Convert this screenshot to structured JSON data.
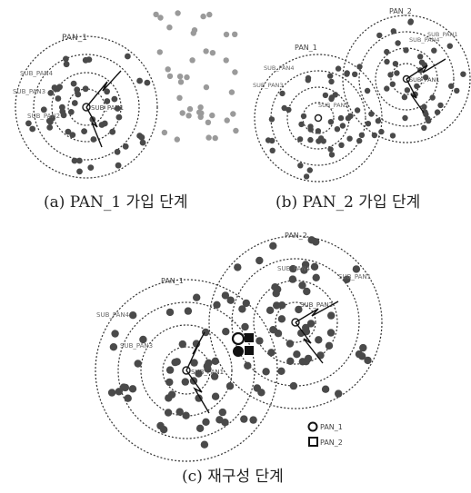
{
  "panels": {
    "a": {
      "caption": "(a) PAN_1 가입 단계",
      "labels": {
        "pan": "PAN_1",
        "sub4": "SUB_PAN4",
        "sub3": "SUB_PAN3",
        "sub2": "SUB_PAN2",
        "sub1": "SUB_PAN1"
      }
    },
    "b": {
      "caption": "(b) PAN_2 가입 단계",
      "labels": {
        "pan1": "PAN_1",
        "pan2": "PAN_2",
        "sub4": "SUB_PAN4",
        "sub3": "SUB_PAN3",
        "sub1_left": "SUB_PAN1",
        "sub4_right": "SUB_PAN4",
        "sub1_right": "SUB_PAN1",
        "sub2": "SUB_PAN2"
      }
    },
    "c": {
      "caption": "(c) 재구성 단계",
      "labels": {
        "pan1": "PAN_1",
        "pan2": "PAN_2",
        "sub4": "SUB_PAN4",
        "sub3": "SUB_PAN3",
        "sub1": "SUB_PAN1",
        "sub4_right": "SUB_PAN4",
        "sub1_right": "SUB_PAN1",
        "sub2": "SUB_PAN2"
      }
    }
  },
  "legend": {
    "circle_label": "PAN_1",
    "square_label": "PAN_2"
  },
  "colors": {
    "node": "#4a4a4a",
    "node_light": "#9a9a9a",
    "ring": "#333333",
    "bg": "#ffffff"
  }
}
